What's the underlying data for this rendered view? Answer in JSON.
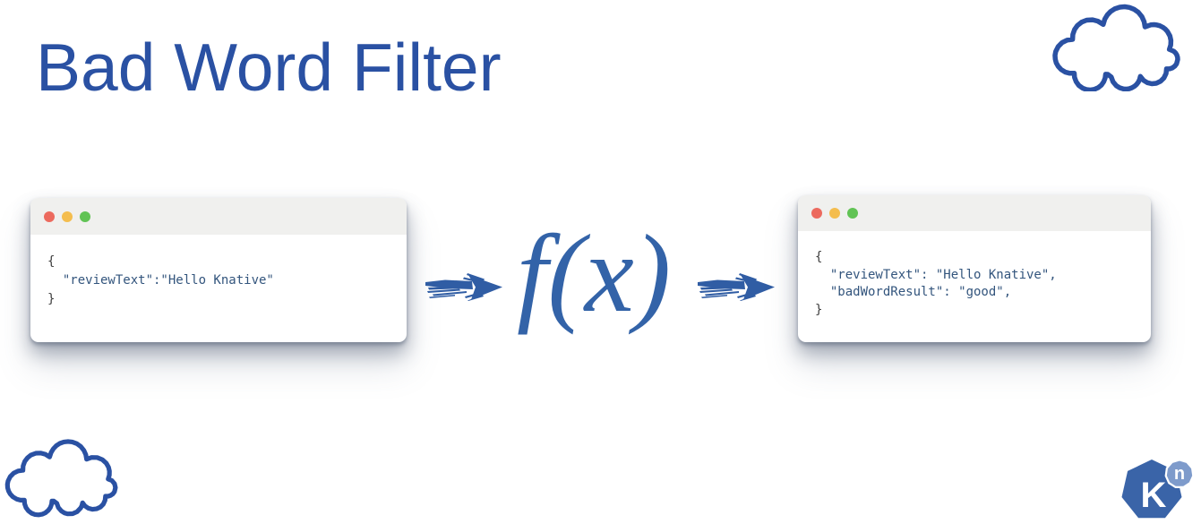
{
  "title": {
    "text": "Bad Word Filter"
  },
  "function_symbol": {
    "text": "f(x)"
  },
  "windows": {
    "input": {
      "controls": [
        "close",
        "minimize",
        "zoom"
      ],
      "lines": [
        {
          "text": "{",
          "role": "punct"
        },
        {
          "text": "  \"reviewText\":\"Hello Knative\"",
          "role": "string"
        },
        {
          "text": "}",
          "role": "punct"
        }
      ]
    },
    "output": {
      "controls": [
        "close",
        "minimize",
        "zoom"
      ],
      "lines": [
        {
          "text": "{",
          "role": "punct"
        },
        {
          "text": "  \"reviewText\": \"Hello Knative\",",
          "role": "string"
        },
        {
          "text": "  \"badWordResult\": \"good\",",
          "role": "string"
        },
        {
          "text": "}",
          "role": "punct"
        }
      ]
    }
  },
  "logo": {
    "main_letter": "K",
    "badge_letter": "n"
  },
  "colors": {
    "title-blue": "#2a51a3",
    "cloud-blue": "#2a51a3",
    "fx-blue": "#3363a8",
    "arrow-blue": "#305da4",
    "titlebar-gray": "#f0f0ee",
    "dot-red": "#ec6a5e",
    "dot-yellow": "#f4bd4e",
    "dot-green": "#61c354",
    "code-punct": "#3d3d3d",
    "code-string": "#33557d",
    "logo-blue": "#3a64a8",
    "logo-badge-blue": "#7e9bcb"
  }
}
